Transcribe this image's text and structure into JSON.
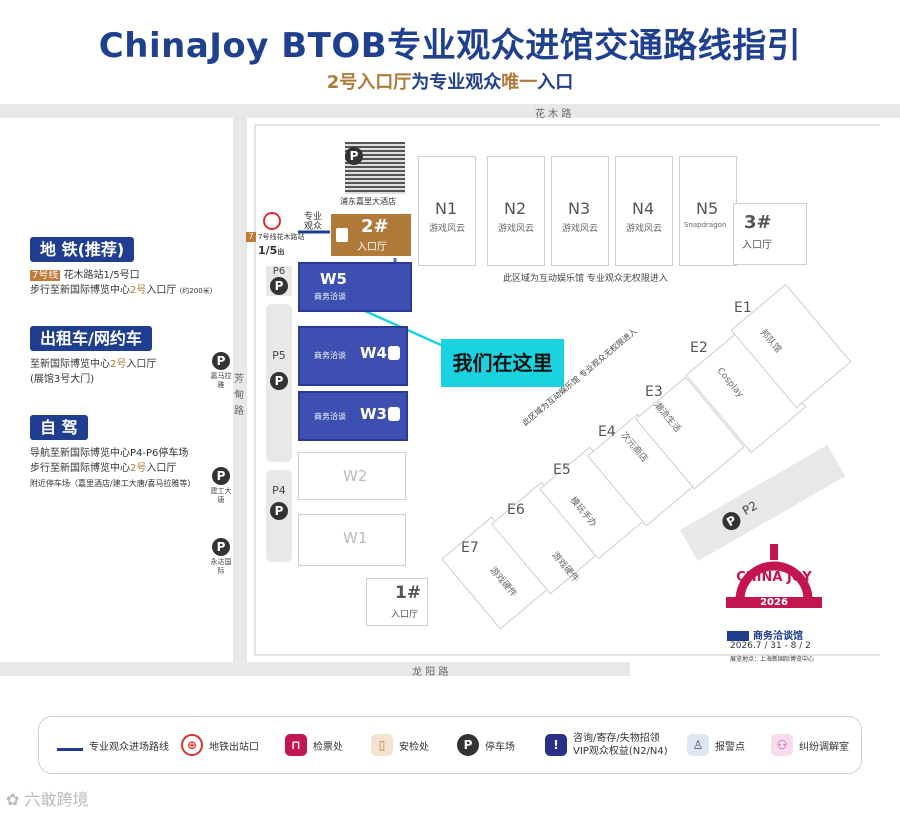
{
  "title": "ChinaJoy BTOB专业观众进馆交通路线指引",
  "subtitle": {
    "part1": "2号入口厅",
    "part2": "为",
    "part3": "专业观众",
    "part4": "唯一",
    "part5": "入口"
  },
  "roads": {
    "top": "花 木 路",
    "bottom": "龙 阳 路",
    "left": "芳 甸 路"
  },
  "hotel": "浦东嘉里大酒店",
  "metro_station": {
    "badge": "7",
    "name": "7号线花木路站",
    "exit": "1/5",
    "exit_suffix": "出"
  },
  "pro_audience_tag": "专业观众",
  "entrance2": {
    "num": "2#",
    "label": "入口厅"
  },
  "entrance3": {
    "num": "3#",
    "label": "入口厅"
  },
  "entrance1": {
    "num": "1#",
    "label": "入口厅"
  },
  "north_halls": [
    {
      "name": "N1",
      "sub": "游戏风云"
    },
    {
      "name": "N2",
      "sub": "游戏风云"
    },
    {
      "name": "N3",
      "sub": "游戏风云"
    },
    {
      "name": "N4",
      "sub": "游戏风云"
    },
    {
      "name": "N5",
      "sub": "Snapdragon"
    }
  ],
  "north_note": "此区域为互动娱乐馆 专业观众无权限进入",
  "west_halls": {
    "w5": {
      "name": "W5",
      "sub": "商务洽谈"
    },
    "w4": {
      "name": "W4",
      "sub": "商务洽谈"
    },
    "w3": {
      "name": "W3",
      "sub": "商务洽谈"
    },
    "w2": {
      "name": "W2"
    },
    "w1": {
      "name": "W1"
    }
  },
  "parking": {
    "p6": "P6",
    "p5": "P5",
    "p4": "P4",
    "p2": "P2"
  },
  "outer_parking": [
    {
      "label": "嘉马拉雅"
    },
    {
      "label": "建工大唐"
    },
    {
      "label": "永达国际"
    }
  ],
  "east_halls": [
    {
      "name": "E7",
      "sub": "游戏硬件"
    },
    {
      "name": "E6",
      "sub": "游戏硬件"
    },
    {
      "name": "E5",
      "sub": "模玩手办"
    },
    {
      "name": "E4",
      "sub": "次元商店"
    },
    {
      "name": "E3",
      "sub": "潮流生活"
    },
    {
      "name": "E2",
      "sub": "Cosplay"
    },
    {
      "name": "E1",
      "sub": "邦队馆"
    }
  ],
  "east_note": "此区域为互动娱乐馆 专业观众无权限进入",
  "here_label": "我们在这里",
  "sidebar": {
    "metro": {
      "heading": "地 铁(推荐)",
      "line_badge": "7号线",
      "line1_rest": "花木路站1/5号口",
      "line2_a": "步行至新国际博览中心",
      "line2_b": "2号",
      "line2_c": "入口厅",
      "line2_d": "(约200米)"
    },
    "taxi": {
      "heading": "出租车/网约车",
      "line1_a": "至新国际博览中心",
      "line1_b": "2号",
      "line1_c": "入口厅",
      "line2": "(展馆3号大门)"
    },
    "drive": {
      "heading": "自 驾",
      "line1": "导航至新国际博览中心P4-P6停车场",
      "line2_a": "步行至新国际博览中心",
      "line2_b": "2号",
      "line2_c": "入口厅",
      "line3": "附近停车场（嘉里酒店/建工大唐/喜马拉雅等）"
    }
  },
  "logo": {
    "main": "CHINA JOY",
    "year": "2026",
    "b2b": "商务洽谈馆",
    "dates": "2026.7 / 31 - 8 / 2",
    "venue": "展览地点：上海新国际博览中心"
  },
  "legend": [
    {
      "icon": "route-icon",
      "label": "专业观众进场路线",
      "color": "#203e8f"
    },
    {
      "icon": "metro-icon",
      "label": "地铁出站口",
      "color": "#d9322b"
    },
    {
      "icon": "ticket-gate-icon",
      "label": "检票处",
      "color": "#c3164e"
    },
    {
      "icon": "security-icon",
      "label": "安检处",
      "color": "#c07a3a"
    },
    {
      "icon": "parking-icon",
      "label": "停车场",
      "color": "#333333"
    },
    {
      "icon": "info-icon",
      "label": "咨询/寄存/失物招领",
      "label2": "VIP观众权益(N2/N4)",
      "color": "#2a2f8a"
    },
    {
      "icon": "police-icon",
      "label": "报警点",
      "color": "#3a4f7a"
    },
    {
      "icon": "mediation-icon",
      "label": "纠纷调解室",
      "color": "#c13b8a"
    }
  ],
  "watermark": "六敢跨境"
}
